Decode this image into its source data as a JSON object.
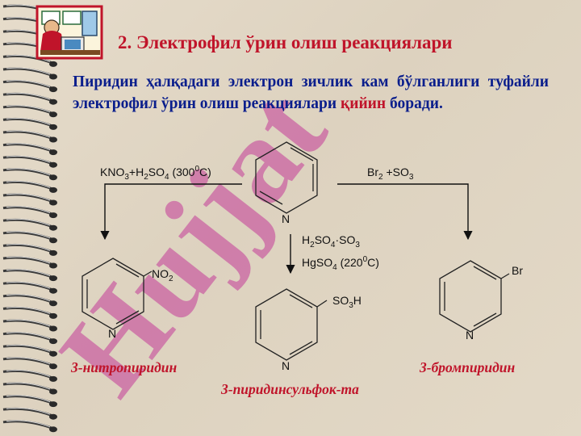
{
  "title": "2. Электрофил ўрин олиш реакциялари",
  "intro": {
    "main": "Пиридин ҳалқадаги электрон зичлик кам бўлганлиги туфайли электрофил ўрин олиш реакциялари ",
    "highlight": "қийин",
    "tail": " боради."
  },
  "watermark": "Hujjat",
  "scheme": {
    "atom_n": "N",
    "nitration_reagents": {
      "a": "KNO",
      "a_sub": "3",
      "b": "+H",
      "b_sub": "2",
      "c": "SO",
      "c_sub": "4",
      "d": " (300",
      "d_sup": "0",
      "e": "C)"
    },
    "bromination_reagents": {
      "a": "Br",
      "a_sub": "2",
      "b": " +SO",
      "b_sub": "3"
    },
    "sulfonation_reagents_line1": {
      "a": "H",
      "a_sub": "2",
      "b": "SO",
      "b_sub": "4",
      "c": "·SO",
      "c_sub": "3"
    },
    "sulfonation_reagents_line2": {
      "a": "HgSO",
      "a_sub": "4",
      "b": " (220",
      "b_sup": "0",
      "c": "C)"
    },
    "nitro_group": {
      "a": "NO",
      "a_sub": "2"
    },
    "sulfo_group": {
      "a": "SO",
      "a_sub": "3",
      "b": "H"
    },
    "bromo_group": "Br"
  },
  "captions": {
    "nitro": "3-нитропиридин",
    "bromo": "3-бромпиридин",
    "sulfo": "3-пиридинсульфок-та"
  },
  "colors": {
    "title": "#c0142a",
    "text": "#0a1e8c",
    "watermark": "#c4419a"
  }
}
